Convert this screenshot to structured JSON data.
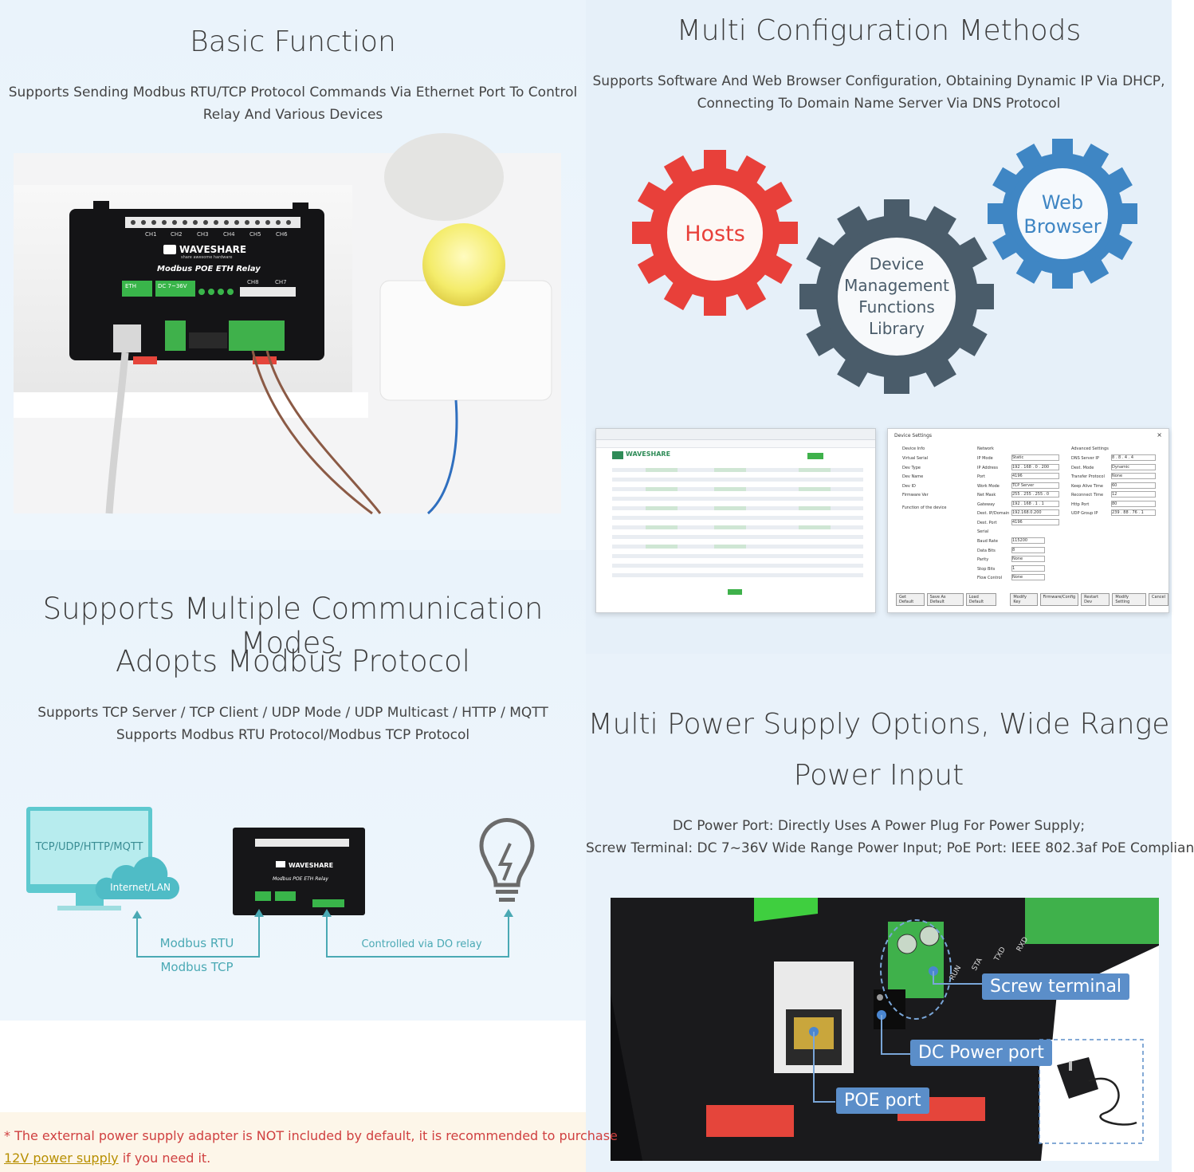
{
  "basic_function": {
    "title": "Basic Function",
    "desc_line1": "Supports Sending Modbus RTU/TCP Protocol Commands Via Ethernet Port To Control",
    "desc_line2": "Relay And Various Devices",
    "device": {
      "brand": "WAVESHARE",
      "tagline": "share awesome hardware",
      "model": "Modbus POE ETH Relay",
      "eth_label": "ETH",
      "power_label": "DC 7~36V",
      "channels_top": [
        "CH1",
        "CH2",
        "CH3",
        "CH4",
        "CH5",
        "CH6"
      ],
      "channels_bottom": [
        "CH8",
        "CH7"
      ]
    }
  },
  "multi_config": {
    "title": "Multi Configuration Methods",
    "desc_line1": "Supports Software And Web Browser Configuration, Obtaining Dynamic IP Via DHCP,",
    "desc_line2": "Connecting To Domain Name Server Via DNS Protocol",
    "gears": {
      "hosts": "Hosts",
      "device": [
        "Device",
        "Management",
        "Functions",
        "Library"
      ],
      "web": [
        "Web",
        "Browser"
      ]
    },
    "colors": {
      "red": "#e8403a",
      "gray": "#4a5c6a",
      "blue": "#3f86c4"
    },
    "web_window": {
      "brand": "WAVESHARE"
    },
    "tool_window": {
      "title": "Device Settings",
      "close": "×",
      "sections": [
        "Device Info",
        "Network",
        "Advanced Settings"
      ],
      "info_labels": [
        "Virtual Serial",
        "Dev Type",
        "Dev Name",
        "Dev ID",
        "Firmware Ver"
      ],
      "net_labels": [
        "IP Mode",
        "IP Address",
        "Port",
        "Work Mode",
        "Net Mask",
        "Gateway",
        "Dest. IP/Domain",
        "Dest. Port"
      ],
      "net_values": [
        "Static",
        "192 . 168 . 0 . 200",
        "4196",
        "TCP Server",
        "255 . 255 . 255 . 0",
        "192 . 168 . 1 . 1",
        "192.168.0.200",
        "4196"
      ],
      "adv_labels": [
        "DNS Server IP",
        "Dest. Mode",
        "Transfer Protocol",
        "Keep Alive Time",
        "Reconnect Time",
        "Http Port",
        "UDP Group IP"
      ],
      "adv_values": [
        "8 . 8 . 4 . 4",
        "Dynamic",
        "None",
        "60",
        "12",
        "80",
        "239 . 88 . 76 . 1"
      ],
      "serial_heading": "Serial",
      "serial_labels": [
        "Baud Rate",
        "Data Bits",
        "Parity",
        "Stop Bits",
        "Flow Control"
      ],
      "serial_values": [
        "115200",
        "8",
        "None",
        "1",
        "None"
      ],
      "function_heading": "Function of the device",
      "buttons": [
        "Get Default",
        "Save As Default",
        "Load Default",
        "Modify Key",
        "Firmware/Config",
        "Restart Dev",
        "Modify Setting",
        "Cancel"
      ]
    }
  },
  "comm_modes": {
    "title_line1": "Supports Multiple Communication Modes,",
    "title_line2": "Adopts Modbus Protocol",
    "desc_line1": "Supports TCP Server / TCP Client / UDP Mode / UDP Multicast / HTTP / MQTT",
    "desc_line2": "Supports Modbus RTU Protocol/Modbus TCP Protocol",
    "diagram": {
      "monitor_text": "TCP/UDP/HTTP/MQTT",
      "cloud_text": "Internet/LAN",
      "link1_line1": "Modbus RTU",
      "link1_line2": "Modbus TCP",
      "link2": "Controlled via DO relay",
      "accent": "#4aa9b4"
    }
  },
  "power": {
    "title_line1": "Multi Power Supply Options, Wide Range",
    "title_line2": "Power Input",
    "desc_line1": "DC Power Port: Directly Uses A Power Plug For Power Supply;",
    "desc_line2": "Screw Terminal: DC 7~36V Wide Range Power Input; PoE Port: IEEE 802.3af PoE Complian",
    "tags": {
      "screw": "Screw terminal",
      "dc": "DC Power port",
      "poe": "POE port"
    },
    "board_labels": [
      "RUN",
      "STA",
      "TXD",
      "RXD"
    ],
    "tag_color": "#5b8ec9"
  },
  "notice": {
    "line1": "* The external power supply adapter is NOT included by default, it is recommended to purchase",
    "link": "12V power supply",
    "tail": " if you need it."
  }
}
